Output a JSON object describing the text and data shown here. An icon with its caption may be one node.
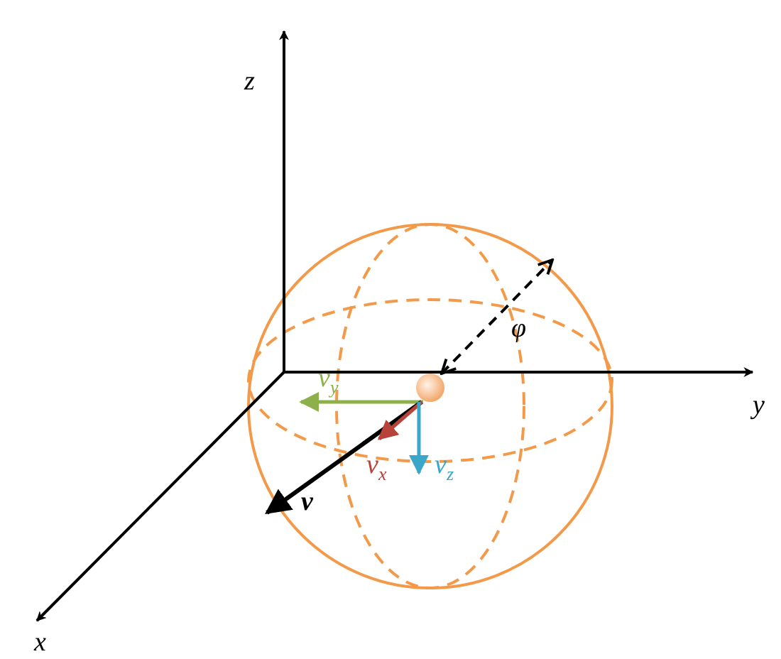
{
  "diagram": {
    "labels": [
      "z",
      "y",
      "x",
      "φ",
      "v$_{y}$",
      "v$_{x}$",
      "v$_{z}$",
      "v"
    ]
  }
}
